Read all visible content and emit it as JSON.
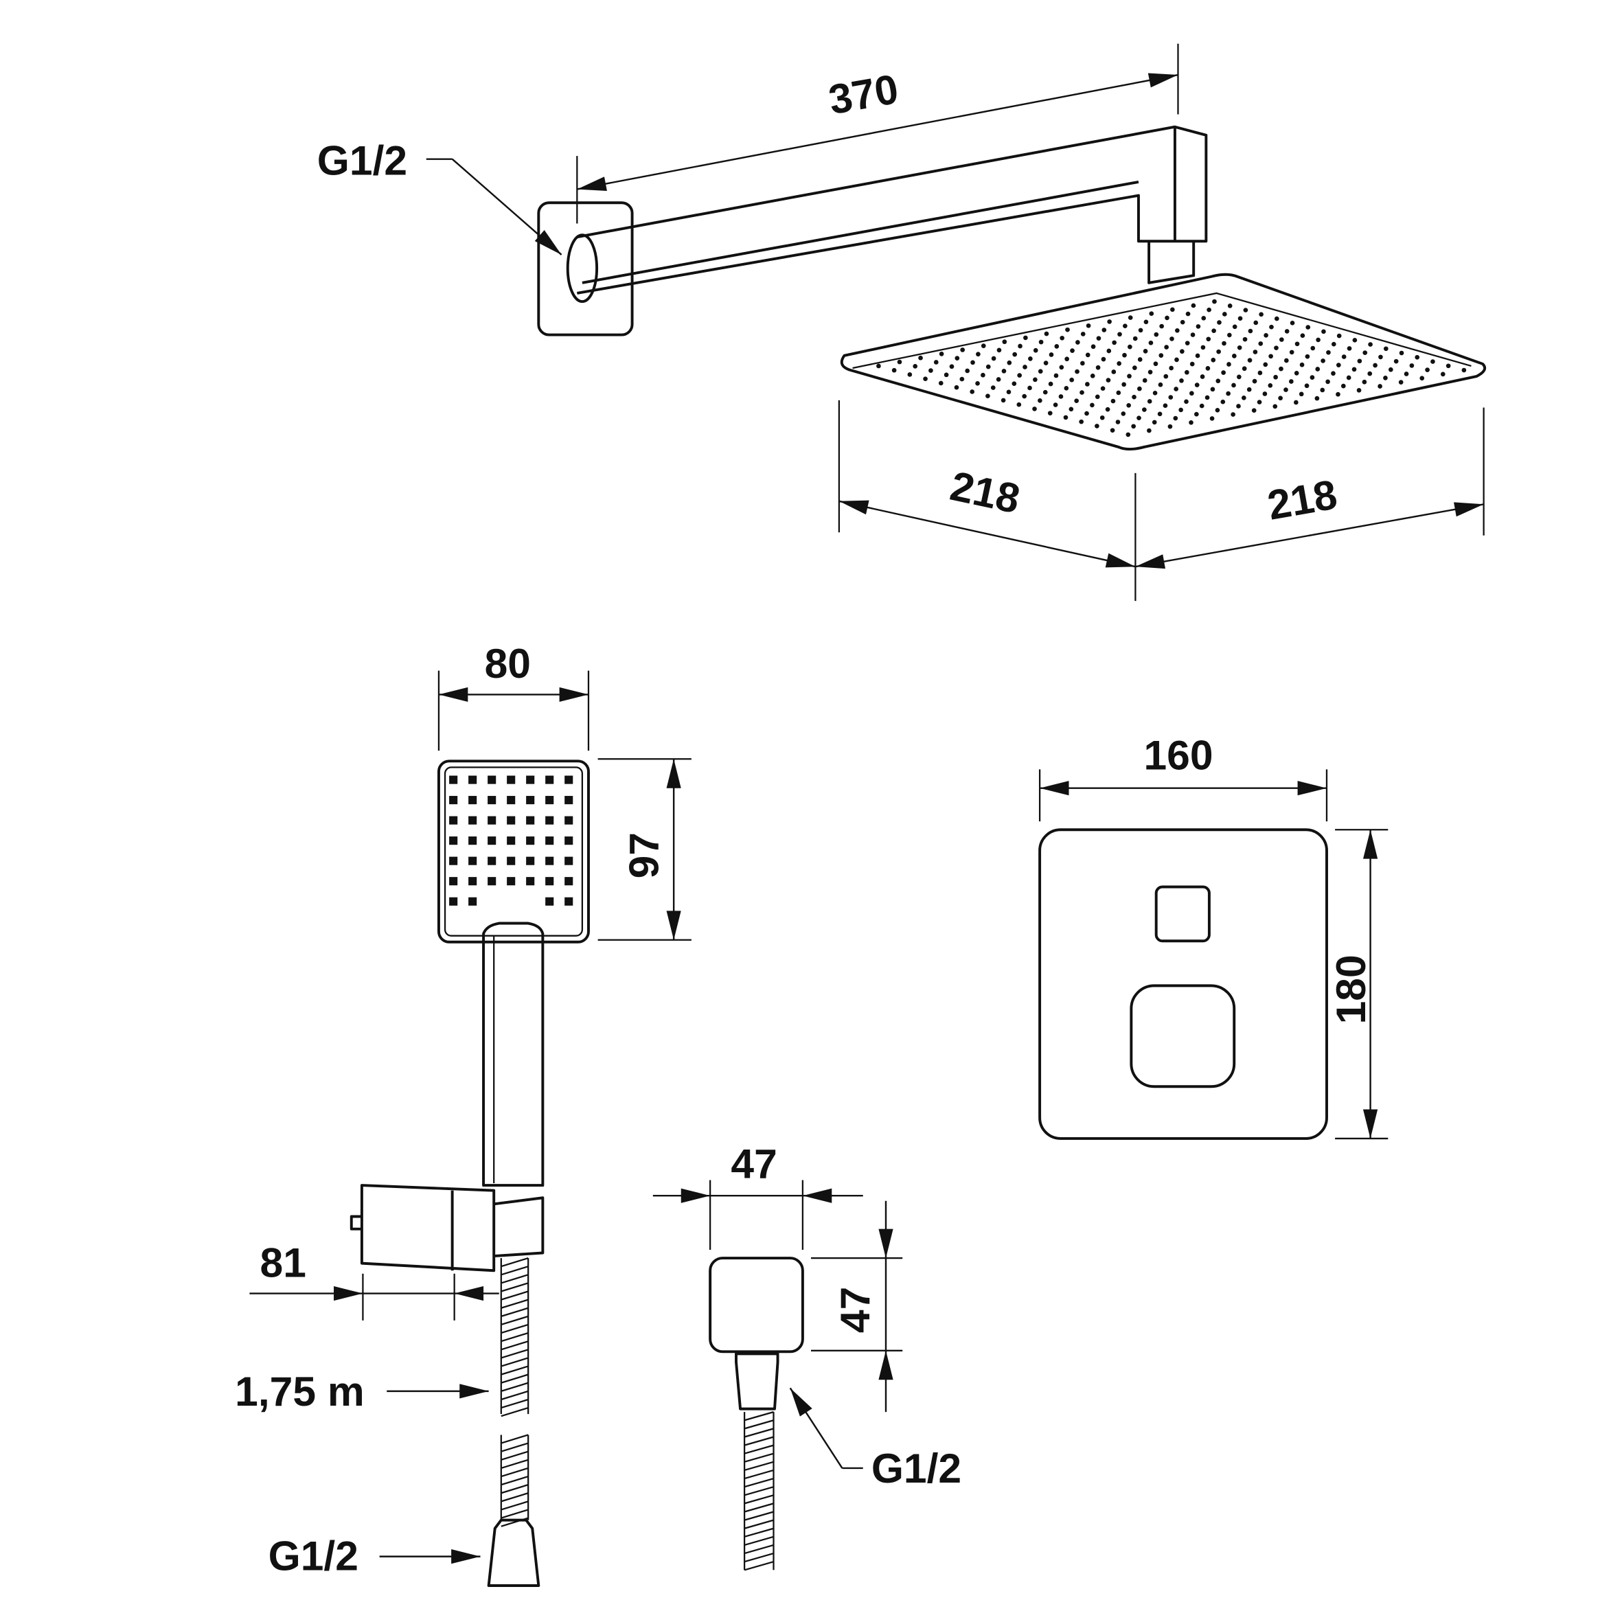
{
  "overhead_shower": {
    "arm_length": "370",
    "inlet_thread": "G1/2",
    "head_width": "218",
    "head_depth": "218"
  },
  "hand_shower": {
    "width": "80",
    "height": "97",
    "holder_depth": "81",
    "hose_length": "1,75 m",
    "hose_thread": "G1/2"
  },
  "thermostat_plate": {
    "width": "160",
    "height": "180"
  },
  "wall_outlet": {
    "width": "47",
    "height": "47",
    "thread": "G1/2"
  }
}
